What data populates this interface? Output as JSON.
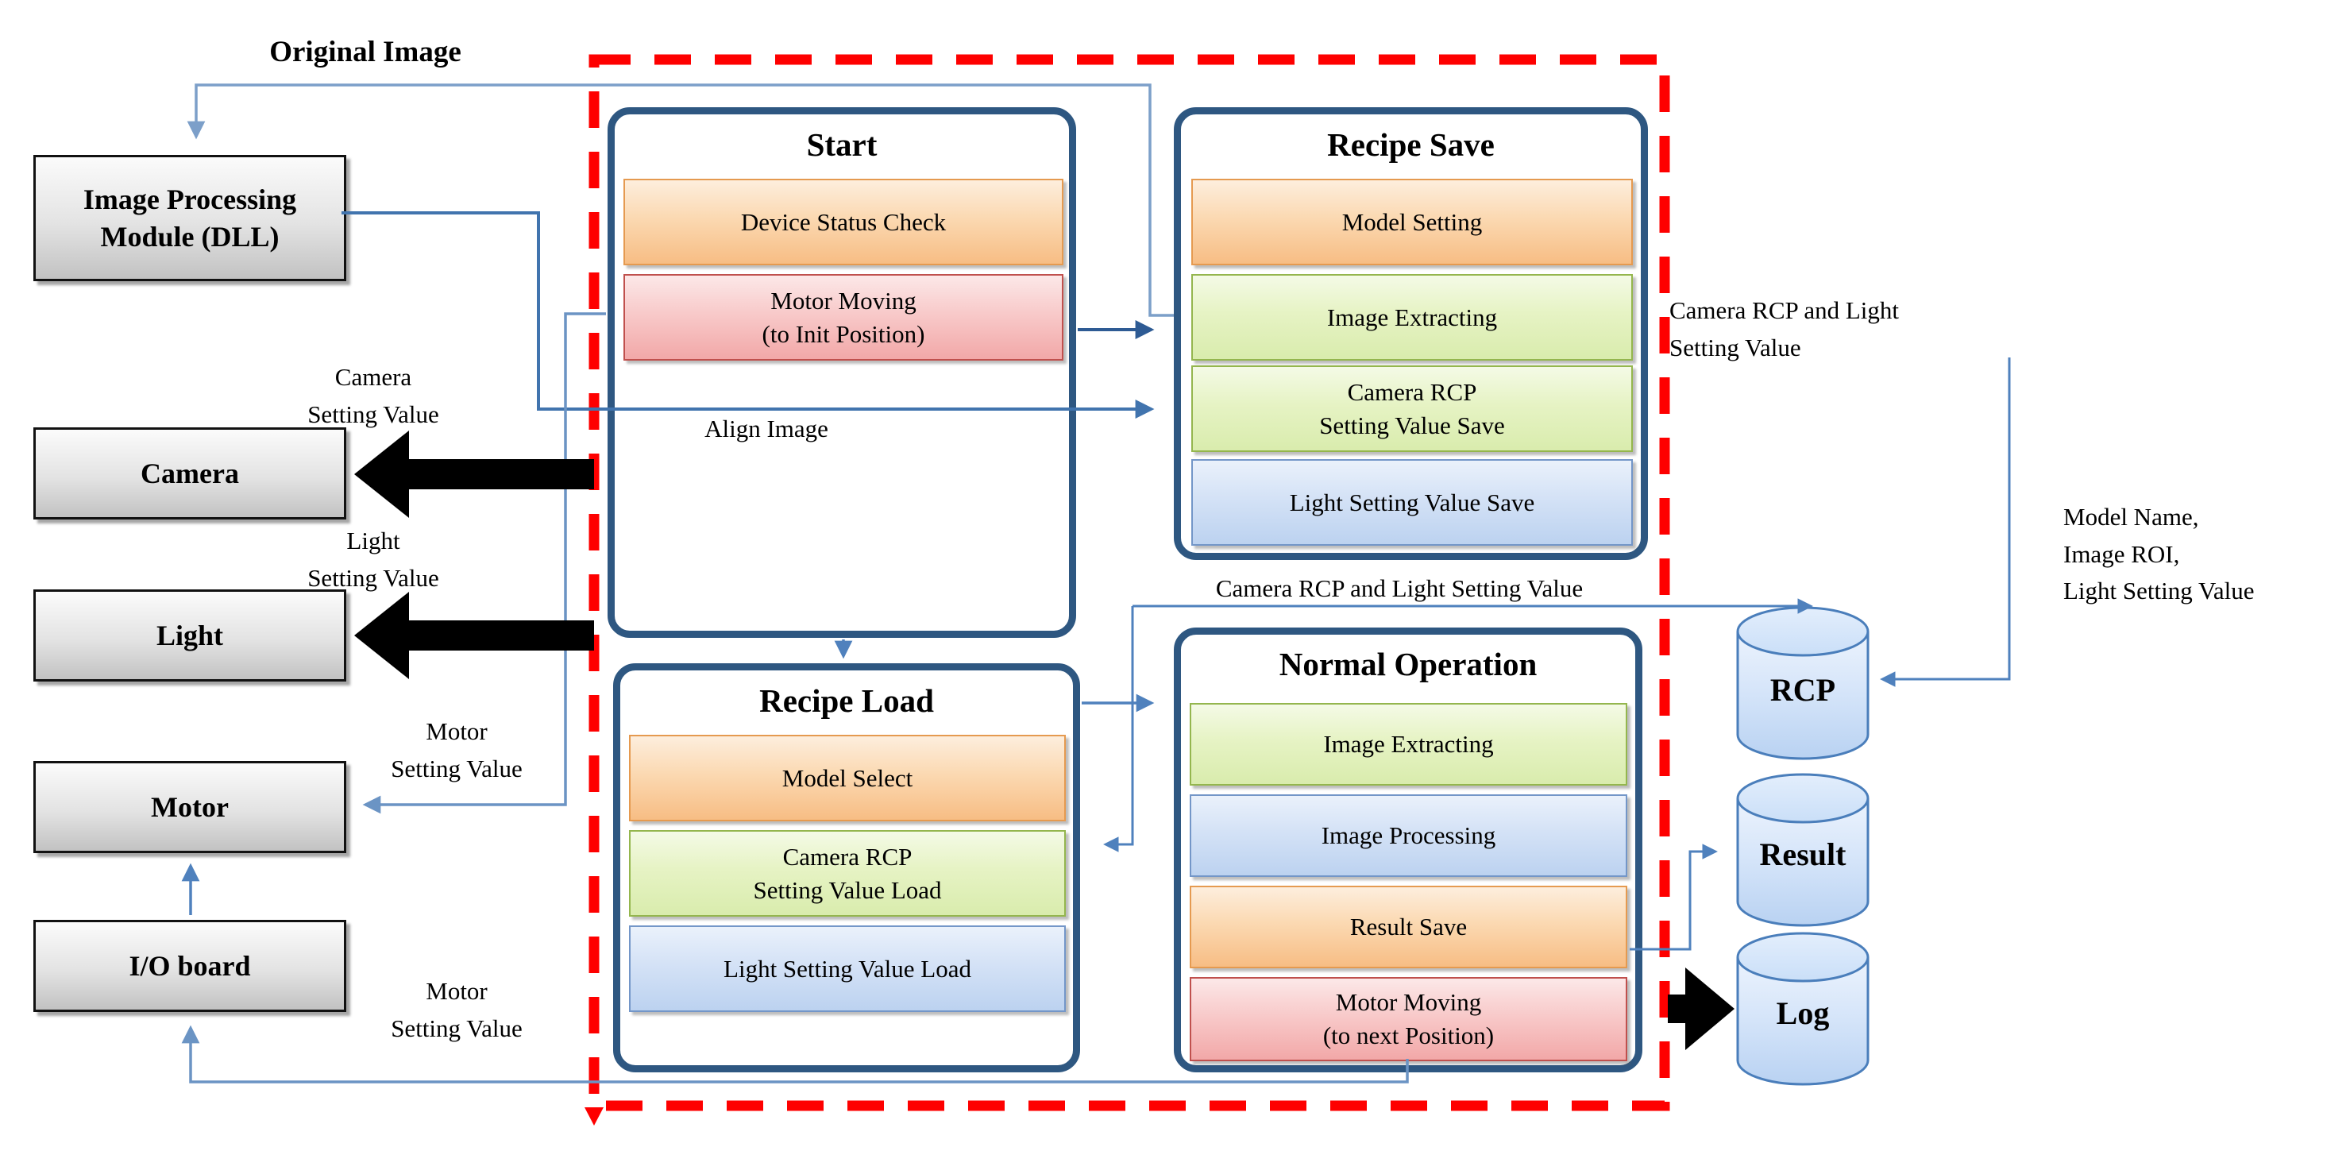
{
  "labels": {
    "original_image": "Original Image",
    "camera_setting_value": "Camera\nSetting Value",
    "light_setting_value": "Light\nSetting Value",
    "motor_setting_value_upper": "Motor\nSetting Value",
    "motor_setting_value_lower": "Motor\nSetting Value",
    "camera_rcp_mid": "Camera RCP and Light Setting Value",
    "camera_rcp_top_right": "Camera RCP and Light\nSetting Value",
    "rcp_contents": "Model Name,\nImage ROI,\nLight Setting Value"
  },
  "modules": {
    "image_processing": "Image Processing\nModule (DLL)",
    "camera": "Camera",
    "light": "Light",
    "motor": "Motor",
    "io_board": "I/O board"
  },
  "groups": {
    "start": {
      "title": "Start",
      "steps": [
        {
          "label": "Device Status Check",
          "color": "orange"
        },
        {
          "label": "Motor Moving\n(to Init Position)",
          "color": "red"
        }
      ],
      "note": "Align Image"
    },
    "recipe_save": {
      "title": "Recipe Save",
      "steps": [
        {
          "label": "Model Setting",
          "color": "orange"
        },
        {
          "label": "Image Extracting",
          "color": "green"
        },
        {
          "label": "Camera RCP\nSetting Value Save",
          "color": "green"
        },
        {
          "label": "Light Setting Value Save",
          "color": "blue"
        }
      ]
    },
    "recipe_load": {
      "title": "Recipe Load",
      "steps": [
        {
          "label": "Model Select",
          "color": "orange"
        },
        {
          "label": "Camera RCP\nSetting Value Load",
          "color": "green"
        },
        {
          "label": "Light Setting Value Load",
          "color": "blue"
        }
      ]
    },
    "normal_operation": {
      "title": "Normal Operation",
      "steps": [
        {
          "label": "Image Extracting",
          "color": "green"
        },
        {
          "label": "Image Processing",
          "color": "blue"
        },
        {
          "label": "Result Save",
          "color": "orange"
        },
        {
          "label": "Motor Moving\n(to next Position)",
          "color": "red"
        }
      ]
    }
  },
  "databases": {
    "rcp": "RCP",
    "result": "Result",
    "log": "Log"
  },
  "colors": {
    "step_orange": "#F7BD84",
    "step_green": "#D9ECAD",
    "step_blue": "#BCD2F0",
    "step_red": "#F2A8A8",
    "container_border": "#2E5781",
    "module_gray": "#D9D9D9",
    "connector_blue": "#4F81BD",
    "connector_steel": "#7C9FC9",
    "dashed_border": "#FE0000",
    "cylinder_fill": "#C7DCF6",
    "cylinder_stroke": "#4A7EBB",
    "solid_arrow_black": "#000000"
  }
}
